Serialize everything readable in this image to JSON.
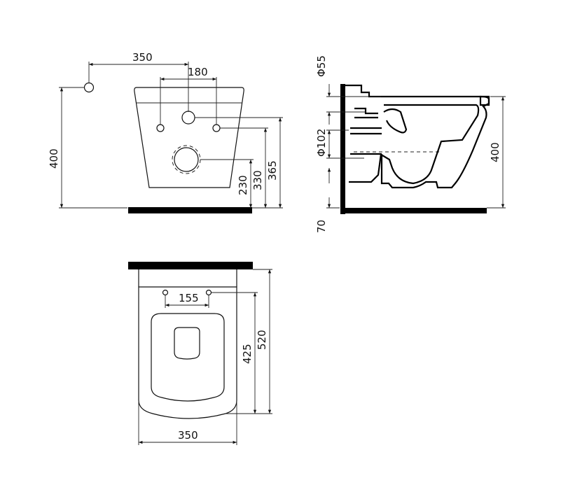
{
  "front_view": {
    "dim_pipe_offset": "350",
    "dim_holes": "180",
    "dim_pipe_height": "400",
    "dim_outlet_height": "230",
    "dim_bolt_height": "330",
    "dim_inlet_height": "365"
  },
  "side_view": {
    "dim_inlet_dia": "Φ55",
    "dim_outlet_dia": "Φ102",
    "dim_height": "400",
    "dim_floor": "70"
  },
  "top_view": {
    "dim_bolts": "155",
    "dim_bolt_depth": "425",
    "dim_depth": "520",
    "dim_width": "350"
  }
}
